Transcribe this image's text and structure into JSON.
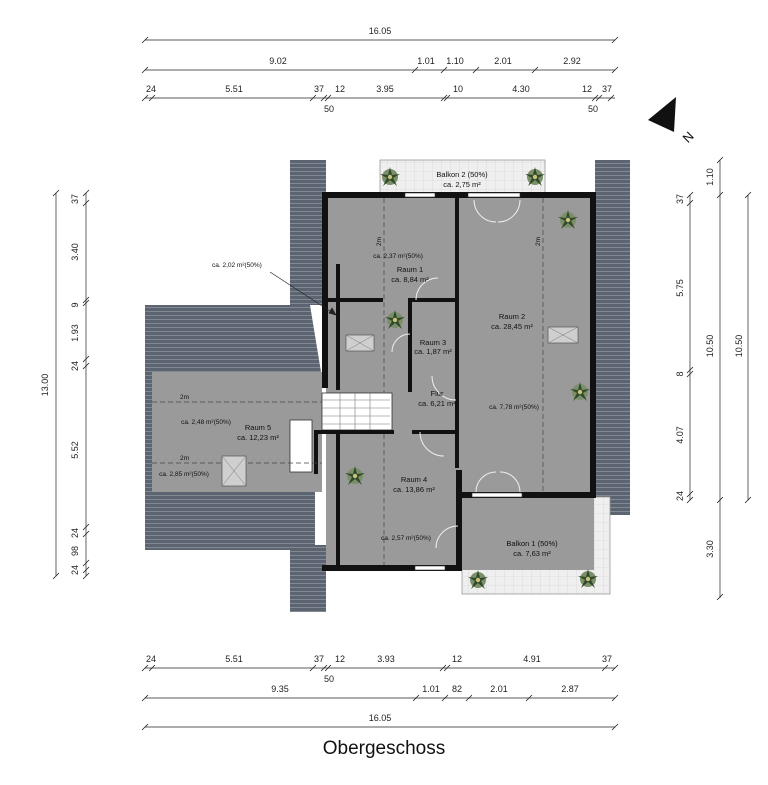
{
  "title": "Obergeschoss",
  "compass": "N",
  "dims_top": {
    "total": "16.05",
    "row2": [
      "9.02",
      "1.01",
      "1.10",
      "2.01",
      "2.92"
    ],
    "row3": [
      "24",
      "5.51",
      "37",
      "12",
      "3.95",
      "10",
      "4.30",
      "12",
      "37"
    ],
    "row3_sub": [
      "50",
      "50"
    ]
  },
  "dims_bottom": {
    "row1": [
      "24",
      "5.51",
      "37",
      "12",
      "3.93",
      "12",
      "4.91",
      "37"
    ],
    "row1_sub": [
      "50"
    ],
    "row2": [
      "9.35",
      "1.01",
      "82",
      "2.01",
      "2.87"
    ],
    "total": "16.05"
  },
  "dims_left": {
    "total": "13.00",
    "parts": [
      "37",
      "3.40",
      "9",
      "1.93",
      "24",
      "5.52",
      "24",
      "98",
      "24"
    ]
  },
  "dims_right": {
    "parts": [
      "1.10",
      "37",
      "5.75",
      "8",
      "4.07",
      "24",
      "3.30"
    ],
    "inner_total": "10.50",
    "outer_total": "10.50"
  },
  "rooms": {
    "raum1": {
      "name": "Raum 1",
      "area": "ca. 8,84 m²"
    },
    "raum2": {
      "name": "Raum 2",
      "area": "ca. 28,45 m²"
    },
    "raum3": {
      "name": "Raum 3",
      "area": "ca. 1,87 m²"
    },
    "raum4": {
      "name": "Raum 4",
      "area": "ca. 13,86 m²"
    },
    "raum5": {
      "name": "Raum 5",
      "area": "ca. 12,23 m²"
    },
    "flur": {
      "name": "Flur",
      "area": "ca. 6,21 m²"
    },
    "balkon1": {
      "name": "Balkon 1 (50%)",
      "area": "ca. 7,63 m²"
    },
    "balkon2": {
      "name": "Balkon 2 (50%)",
      "area": "ca. 2,75 m²"
    }
  },
  "notes": {
    "r1_slope": "ca. 2,37 m²(50%)",
    "callout": "ca. 2,02 m²(50%)",
    "r2_slope": "ca. 7,78 m²(50%)",
    "r4_slope": "ca. 2,57 m²(50%)",
    "r5_slope_top": "ca. 2,48 m²(50%)",
    "r5_slope_bottom": "ca. 2,85 m²(50%)",
    "two_m": "2m"
  },
  "colors": {
    "room_fill": "#9a9a9a",
    "wall": "#111111",
    "roof": "#5b6470",
    "balcony": "#eeeeee",
    "plant": "#2f4a2a"
  }
}
